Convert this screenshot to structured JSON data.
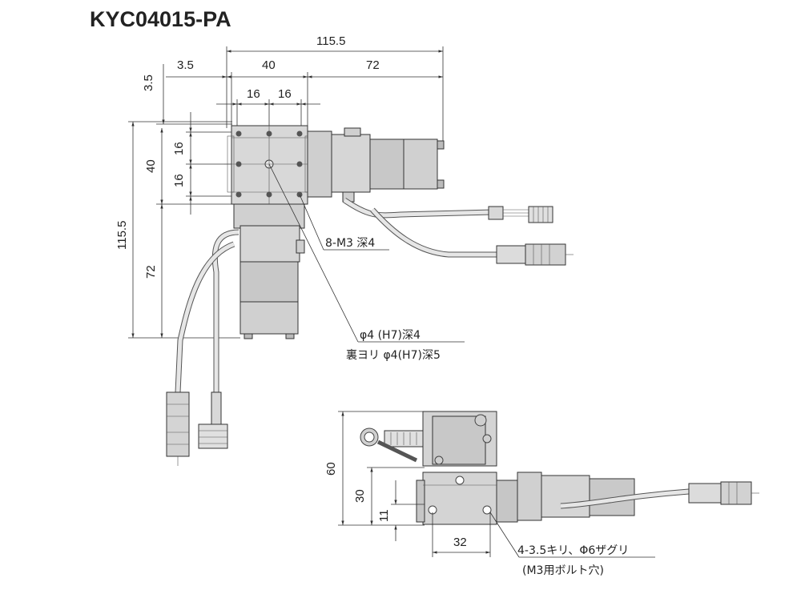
{
  "title": "KYC04015-PA",
  "top_view": {
    "dim_overall_width": "115.5",
    "dim_left_offset": "3.5",
    "dim_table_width": "40",
    "dim_motor_length": "72",
    "dim_hole_pitch_x1": "16",
    "dim_hole_pitch_x2": "16",
    "dim_top_offset": "3.5",
    "dim_hole_pitch_y1": "16",
    "dim_hole_pitch_y2": "16",
    "dim_table_depth": "40",
    "dim_overall_depth": "115.5",
    "dim_motor_length_y": "72",
    "note_tapped_holes": "8-M3 深4",
    "note_pin_hole_1": "φ4 (H7)深4",
    "note_pin_hole_2": "裏ヨリ φ4(H7)深5"
  },
  "side_view": {
    "dim_total_height": "60",
    "dim_base_height": "30",
    "dim_bottom_offset": "11",
    "dim_mount_pitch": "32",
    "note_mount_holes_1": "4-3.5キリ、Φ6ザグリ",
    "note_mount_holes_2": "(M3用ボルト穴)"
  }
}
